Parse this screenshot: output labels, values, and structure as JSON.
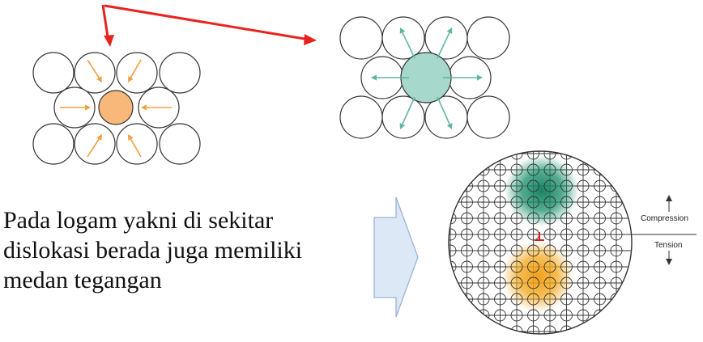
{
  "caption_lines": [
    "Pada logam yakni di sekitar",
    "dislokasi berada juga memiliki",
    "medan tegangan"
  ],
  "labels": {
    "compression": "Compression",
    "tension": "Tension"
  },
  "colors": {
    "pointer_arrow": "#e8231f",
    "small_atom": "#f8b87a",
    "inward_arrow": "#f0a040",
    "large_atom": "#a6d8cc",
    "outward_arrow": "#5fb5a2",
    "block_arrow_fill": "#dce8f5",
    "block_arrow_stroke": "#9ab4d6",
    "compression_zone": "#1a8f6a",
    "tension_zone": "#f2a71a",
    "dislocation": "#d42020"
  },
  "icons": {
    "pointer": "red-pointer-arrows",
    "flow": "block-arrow-right",
    "dislocation": "edge-dislocation-symbol"
  }
}
